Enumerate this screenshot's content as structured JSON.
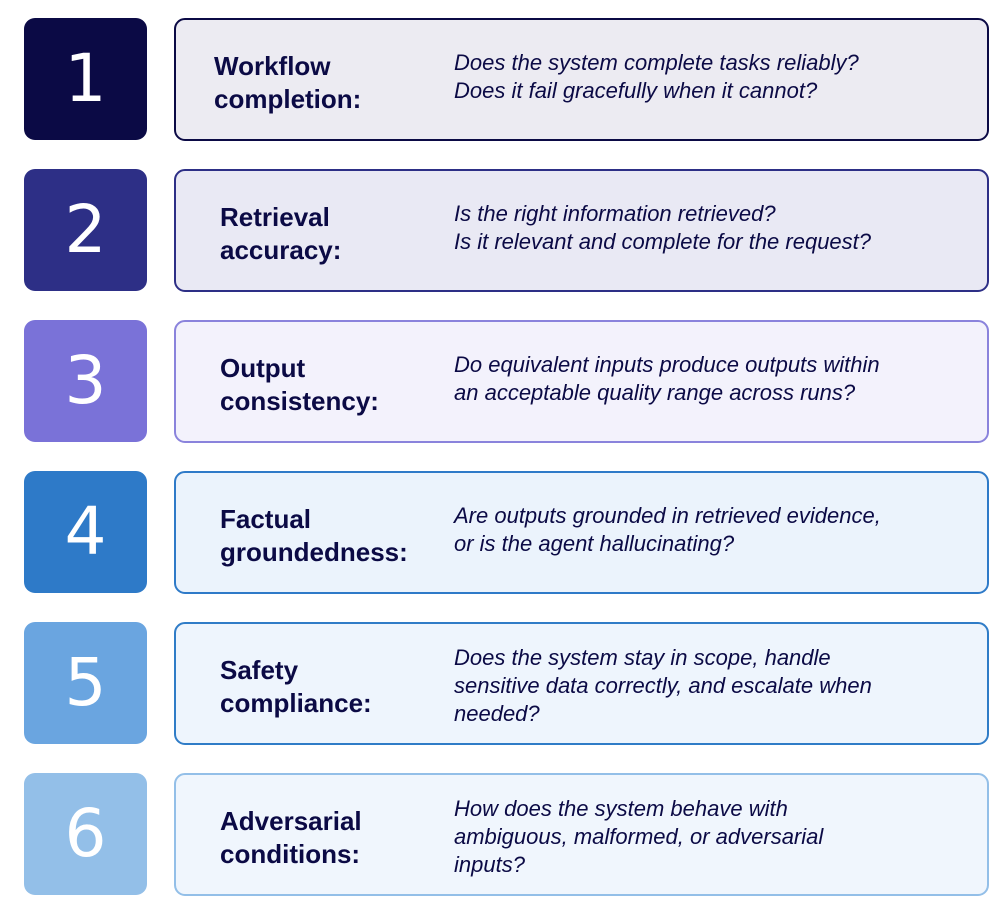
{
  "items": [
    {
      "number": "1",
      "title_lines": [
        "Workflow",
        "completion:"
      ],
      "description_lines": [
        "Does the system complete tasks reliably?",
        "Does it fail gracefully when it cannot?"
      ],
      "badge_color": "#0b0a45",
      "card_fill": "#ecebf2",
      "card_border": "#0b0a45"
    },
    {
      "number": "2",
      "title_lines": [
        "Retrieval",
        "accuracy:"
      ],
      "description_lines": [
        "Is the right information retrieved?",
        "Is it relevant and complete for the request?"
      ],
      "badge_color": "#2d2f86",
      "card_fill": "#e9e9f4",
      "card_border": "#2d2f86"
    },
    {
      "number": "3",
      "title_lines": [
        "Output",
        "consistency:"
      ],
      "description_lines": [
        "Do equivalent inputs produce outputs within",
        "an acceptable quality range across runs?"
      ],
      "badge_color": "#7a72d8",
      "card_fill": "#f3f2fc",
      "card_border": "#8a83dc"
    },
    {
      "number": "4",
      "title_lines": [
        "Factual",
        "groundedness:"
      ],
      "description_lines": [
        "Are outputs grounded in retrieved evidence,",
        "or is the agent hallucinating?"
      ],
      "badge_color": "#2e7ac8",
      "card_fill": "#ebf3fc",
      "card_border": "#2e7ac8"
    },
    {
      "number": "5",
      "title_lines": [
        "Safety",
        "compliance:"
      ],
      "description_lines": [
        "Does the system stay in scope, handle",
        "sensitive data correctly, and escalate when",
        "needed?"
      ],
      "badge_color": "#6aa5e0",
      "card_fill": "#eef5fd",
      "card_border": "#2f7cc7"
    },
    {
      "number": "6",
      "title_lines": [
        "Adversarial",
        "conditions:"
      ],
      "description_lines": [
        "How does the system behave with",
        "ambiguous, malformed, or adversarial",
        "inputs?"
      ],
      "badge_color": "#93bfe8",
      "card_fill": "#f0f6fd",
      "card_border": "#93bfe8"
    }
  ]
}
